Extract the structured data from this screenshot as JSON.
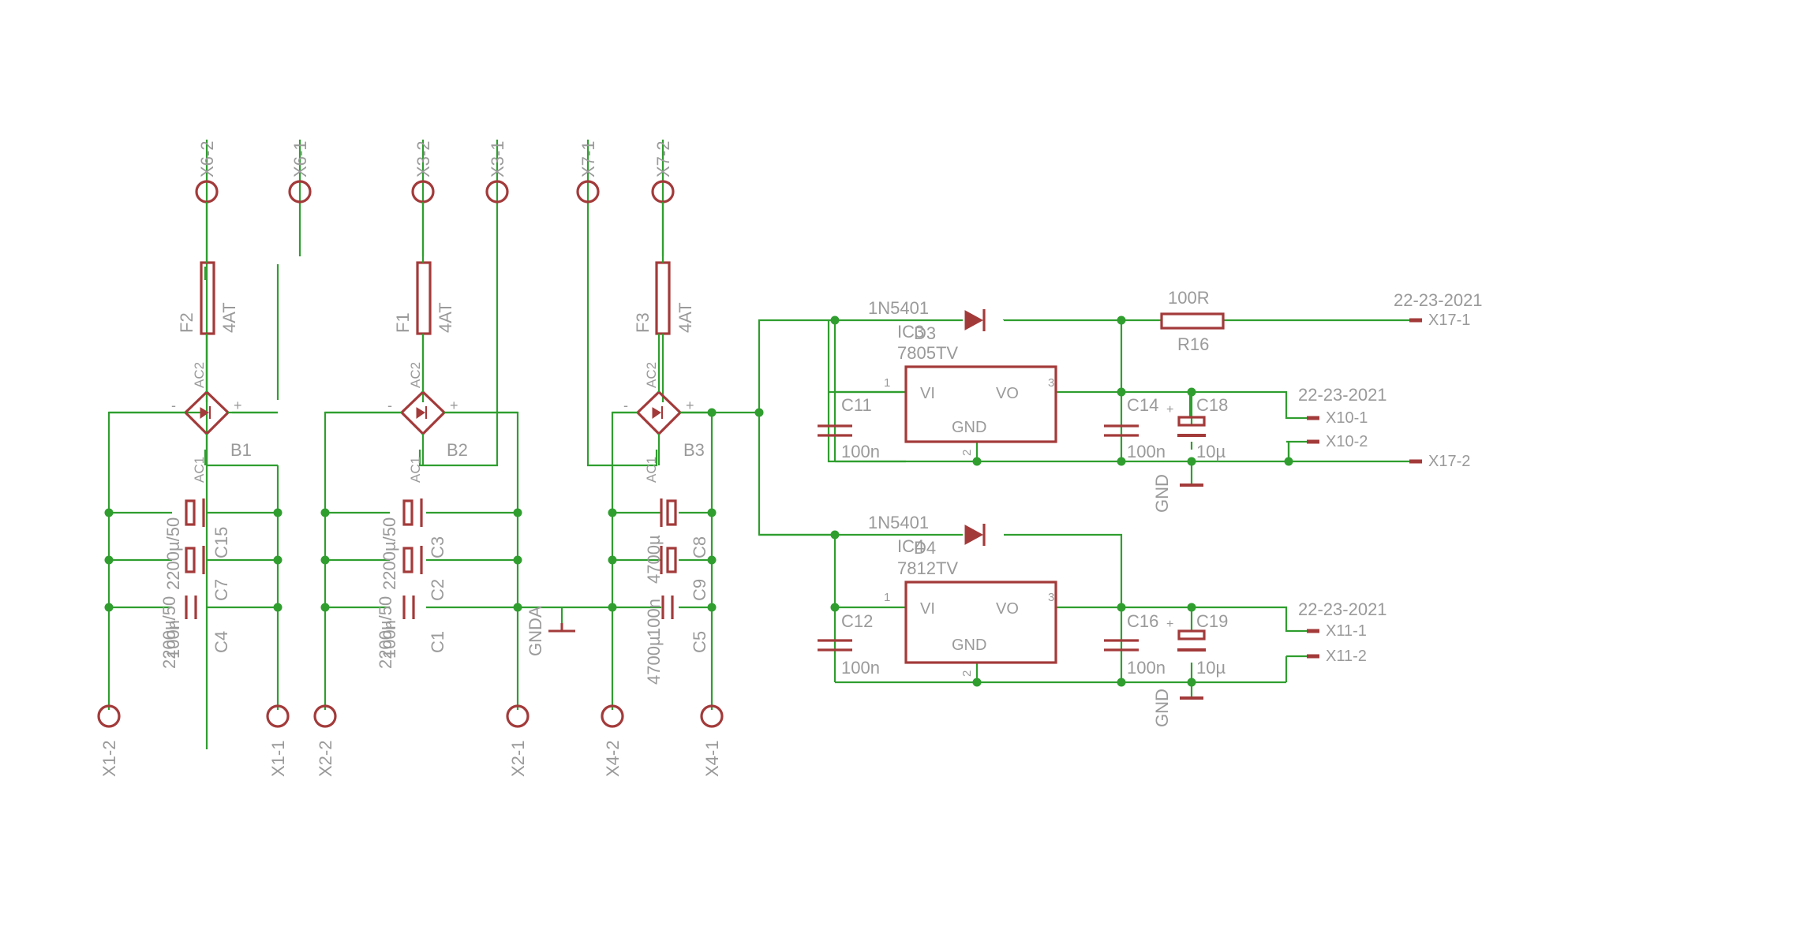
{
  "colors": {
    "wire": "#2f9e2f",
    "part": "#a33a3a",
    "text": "#9a9a9a",
    "background": "#ffffff"
  },
  "connectors": {
    "x6_2": "X6-2",
    "x6_1": "X6-1",
    "x3_2": "X3-2",
    "x3_1": "X3-1",
    "x7_1": "X7-1",
    "x7_2": "X7-2",
    "x1_2": "X1-2",
    "x1_1": "X1-1",
    "x2_2": "X2-2",
    "x2_1": "X2-1",
    "x4_2": "X4-2",
    "x4_1": "X4-1",
    "x17_1": "X17-1",
    "x17_2": "X17-2",
    "x10_1": "X10-1",
    "x10_2": "X10-2",
    "x11_1": "X11-1",
    "x11_2": "X11-2"
  },
  "fuses": {
    "f2": {
      "name": "F2",
      "value": "4AT"
    },
    "f1": {
      "name": "F1",
      "value": "4AT"
    },
    "f3": {
      "name": "F3",
      "value": "4AT"
    }
  },
  "bridges": {
    "b1": {
      "name": "B1",
      "ac1": "AC1",
      "ac2": "AC2",
      "minus": "-",
      "plus": "+"
    },
    "b2": {
      "name": "B2",
      "ac1": "AC1",
      "ac2": "AC2",
      "minus": "-",
      "plus": "+"
    },
    "b3": {
      "name": "B3",
      "ac1": "AC1",
      "ac2": "AC2",
      "minus": "-",
      "plus": "+"
    }
  },
  "group1_labels": {
    "c15": "C15",
    "c7": "C7",
    "c4": "C4",
    "value_a": "2200µ/50",
    "value_b": "100n",
    "value_c": "2200µ/50"
  },
  "group2_labels": {
    "c3": "C3",
    "c2": "C2",
    "c1": "C1",
    "value_a": "2200µ/50",
    "value_b": "100n",
    "value_c": "2200µ/50"
  },
  "group3_labels": {
    "c8": "C8",
    "c9": "C9",
    "c5": "C5",
    "value_a": "4700µ",
    "value_b": "100n",
    "value_c": "4700µ"
  },
  "ground_labels": {
    "gnda": "GNDA",
    "gnd_top": "GND",
    "gnd_bottom": "GND"
  },
  "upper_regulator": {
    "diode_part": "1N5401",
    "diode_name": "D3",
    "ic_name": "IC3",
    "ic_part": "7805TV",
    "vi": "VI",
    "vo": "VO",
    "gnd": "GND",
    "pin1": "1",
    "pin2": "2",
    "pin3": "3",
    "c11": "C11",
    "c11_value": "100n",
    "c14": "C14",
    "c14_value": "100n",
    "c18": "C18",
    "c18_value": "10µ",
    "plus": "+",
    "r16_value": "100R",
    "r16_name": "R16"
  },
  "lower_regulator": {
    "diode_part": "1N5401",
    "diode_name": "D4",
    "ic_name": "IC4",
    "ic_part": "7812TV",
    "vi": "VI",
    "vo": "VO",
    "gnd": "GND",
    "pin1": "1",
    "pin2": "2",
    "pin3": "3",
    "c12": "C12",
    "c12_value": "100n",
    "c16": "C16",
    "c16_value": "100n",
    "c19": "C19",
    "c19_value": "10µ",
    "plus": "+"
  },
  "net_labels": {
    "x17": "22-23-2021",
    "x10": "22-23-2021",
    "x11": "22-23-2021"
  }
}
